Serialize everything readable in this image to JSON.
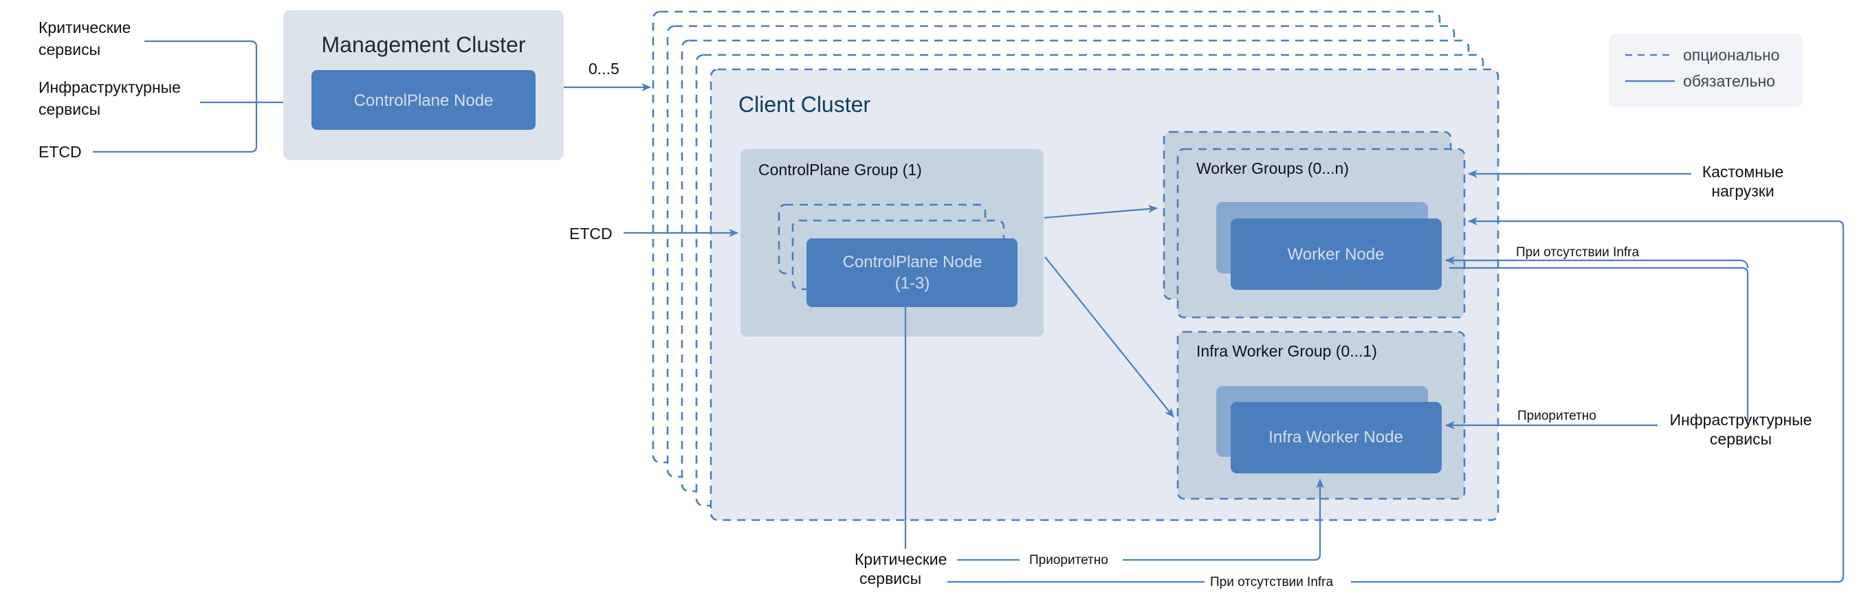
{
  "colors": {
    "accent": "#4a7ebf",
    "node_fill": "#4a7ebf",
    "node_back_fill": "#87a8cf",
    "group_fill": "#c5d3df",
    "cluster_fill": "#e5eaf2",
    "mgmt_fill": "#dde3ed",
    "legend_fill": "#f1f3f7",
    "client_title": "#0f3d5c"
  },
  "legend": {
    "optional": "опционально",
    "required": "обязательно"
  },
  "management": {
    "title": "Management Cluster",
    "node": "ControlPlane Node",
    "inputs": {
      "critical_1": "Критические",
      "critical_2": "сервисы",
      "infra_1": "Инфраструктурные",
      "infra_2": "сервисы",
      "etcd": "ETCD"
    },
    "multiplicity": "0...5"
  },
  "client": {
    "title": "Client Cluster",
    "cp_group": "ControlPlane Group (1)",
    "cp_node_1": "ControlPlane Node",
    "cp_node_2": "(1-3)",
    "worker_group": "Worker Groups (0...n)",
    "worker_node": "Worker Node",
    "infra_group": "Infra Worker Group (0...1)",
    "infra_node": "Infra Worker Node",
    "etcd": "ETCD"
  },
  "external": {
    "custom_1": "Кастомные",
    "custom_2": "нагрузки",
    "infra_1": "Инфраструктурные",
    "infra_2": "сервисы",
    "critical_1": "Критические",
    "critical_2": "сервисы",
    "edge_no_infra": "При отсутствии Infra",
    "edge_priority": "Приоритетно",
    "edge_no_infra_bottom": "При отсутствии Infra",
    "edge_priority_bottom": "Приоритетно"
  }
}
